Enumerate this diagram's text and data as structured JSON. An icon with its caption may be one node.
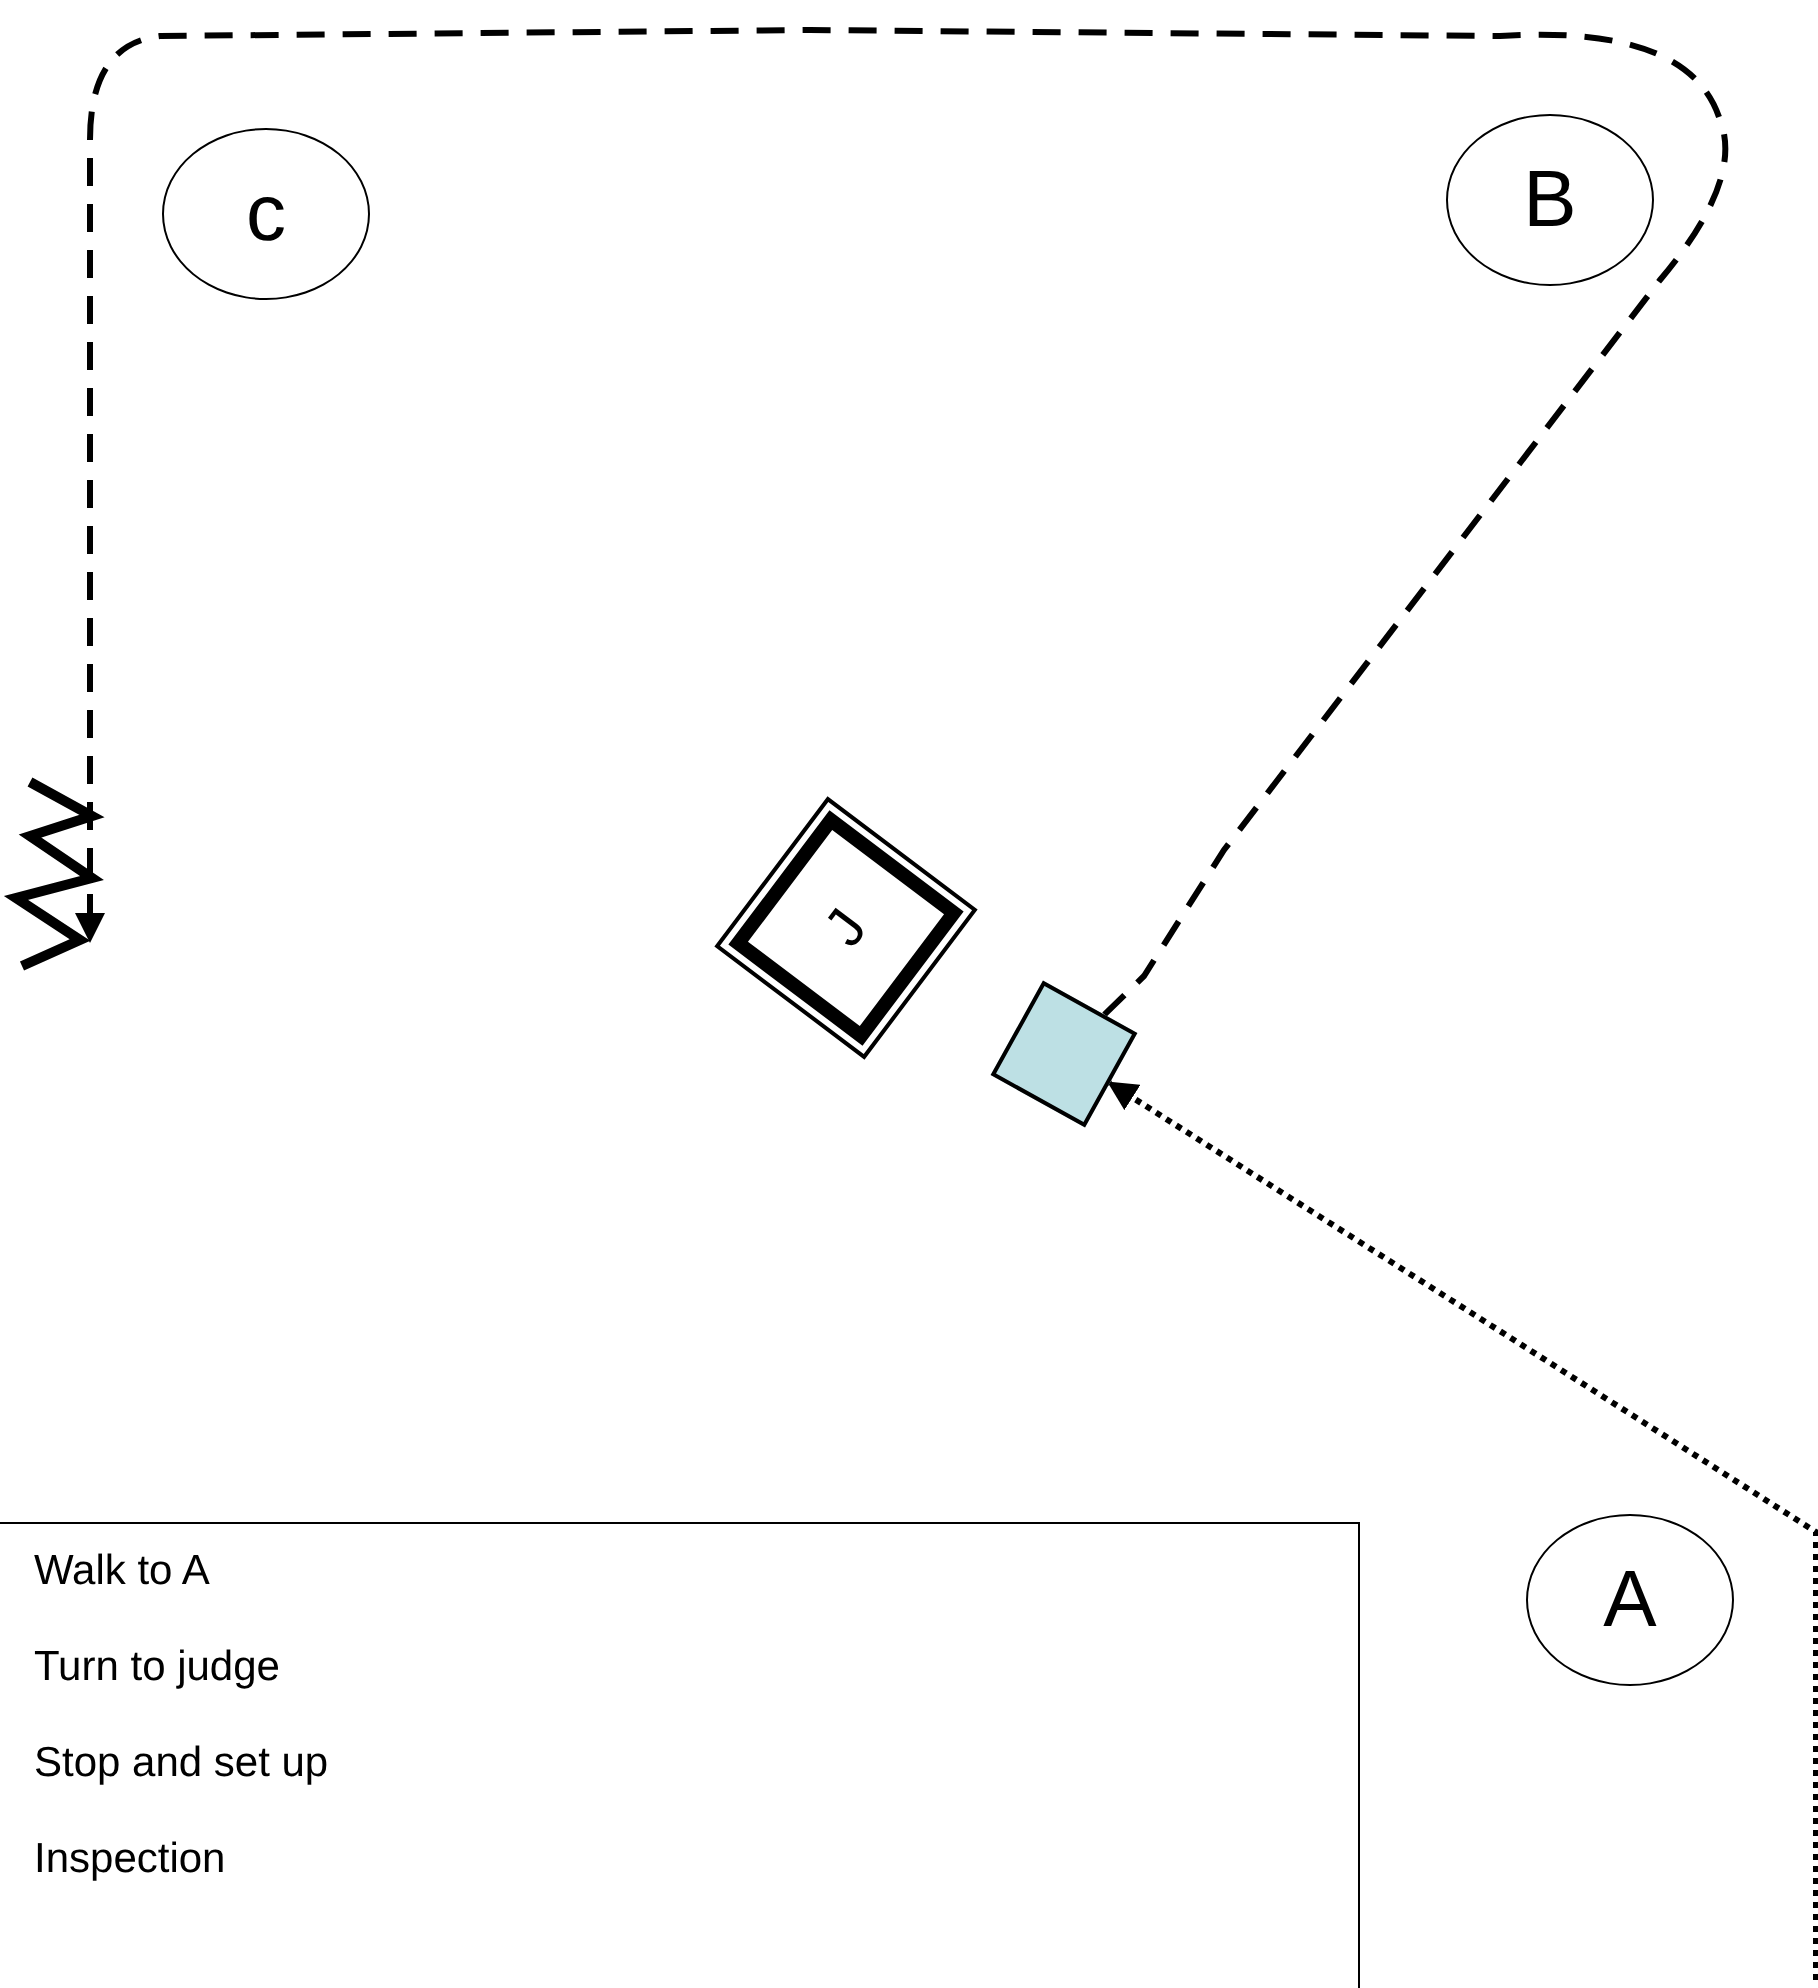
{
  "diagram": {
    "nodes": [
      {
        "text": [
          "c"
        ]
      },
      {
        "text": [
          "B"
        ]
      },
      {
        "text": [
          "J"
        ]
      },
      {
        "text": [],
        "shape": "box"
      },
      {
        "text": [
          "A"
        ]
      },
      {
        "text": [
          "Walk to A",
          "Turn to judge",
          "Stop and set up",
          "Inspection"
        ]
      }
    ],
    "edges": [
      {
        "from": null,
        "to": 3,
        "arrow": "to"
      },
      {
        "from": 3,
        "to": null,
        "arrow": "to",
        "style": "dashed"
      }
    ]
  }
}
